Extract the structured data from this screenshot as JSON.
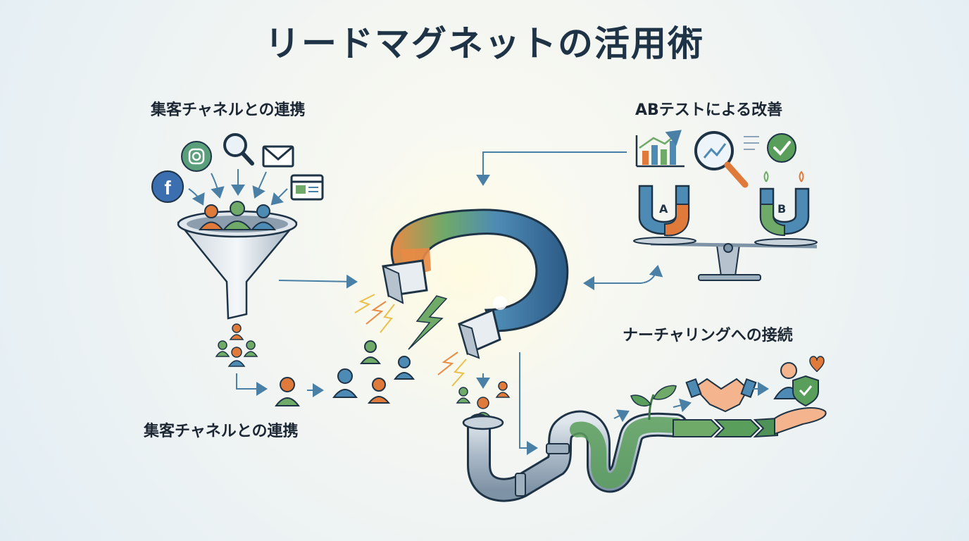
{
  "title": "リードマグネットの活用術",
  "sections": {
    "top_left": "集客チャネルとの連携",
    "top_right": "ABテストによる改善",
    "mid_right": "ナーチャリングへの接続",
    "bottom_left": "集客チャネルとの連携"
  },
  "ab_labels": {
    "a": "A",
    "b": "B"
  },
  "colors": {
    "blue": "#3b6f9e",
    "green": "#5a9e5c",
    "orange": "#e07a3a",
    "arrow": "#4a7fa6",
    "title": "#1e3446"
  },
  "icons": [
    "facebook-icon",
    "instagram-icon",
    "search-icon",
    "mail-icon",
    "browser-icon",
    "funnel-icon",
    "magnet-icon",
    "bar-chart-icon",
    "magnifier-chart-icon",
    "checkmark-icon",
    "scale-icon",
    "pipe-icon",
    "sprout-icon",
    "handshake-icon",
    "heart-icon",
    "shield-check-icon",
    "hand-icon"
  ]
}
